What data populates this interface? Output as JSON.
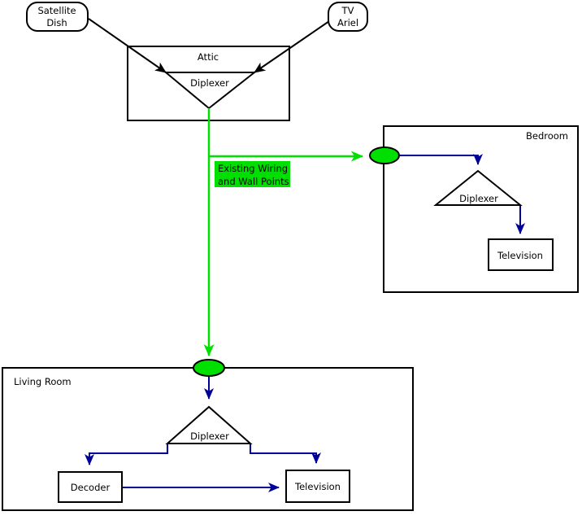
{
  "diagram": {
    "colors": {
      "background": "#ffffff",
      "outline": "#000000",
      "wiring_green": "#00e000",
      "cable_navy": "#000099",
      "note_background": "#00e000",
      "note_text": "#000000"
    },
    "sources": {
      "satellite_dish": {
        "line1": "Satellite",
        "line2": "Dish"
      },
      "tv_ariel": {
        "line1": "TV",
        "line2": "Ariel"
      }
    },
    "attic": {
      "label": "Attic",
      "diplexer_label": "Diplexer"
    },
    "wiring_note": {
      "line1": "Existing Wiring",
      "line2": "and Wall Points"
    },
    "bedroom": {
      "label": "Bedroom",
      "diplexer_label": "Diplexer",
      "television_label": "Television"
    },
    "living_room": {
      "label": "Living Room",
      "diplexer_label": "Diplexer",
      "decoder_label": "Decoder",
      "television_label": "Television"
    }
  }
}
